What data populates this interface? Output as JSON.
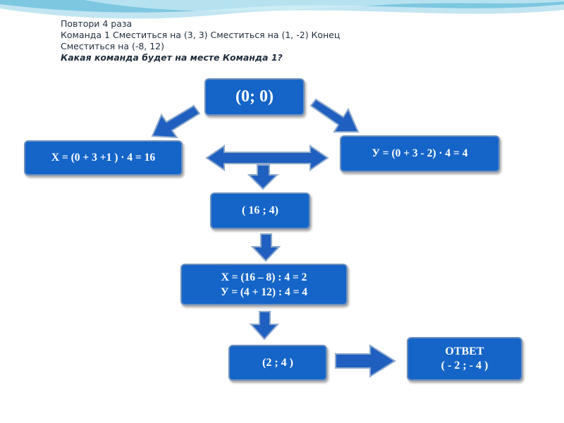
{
  "problem": {
    "line1": "Повтори 4 раза",
    "line2": "Команда 1 Сместиться на (3, 3) Сместиться на (1, -2) Конец",
    "line3": "Сместиться на (-8, 12)",
    "line4": "Какая команда будет на месте  Команда 1?"
  },
  "boxes": {
    "start": "(0; 0)",
    "x_calc": "Х = (0 + 3 +1 ) · 4 = 16",
    "y_calc": "У = (0 + 3 - 2) · 4 = 4",
    "point": "( 16 ; 4)",
    "calc_line1": "Х = (16 – 8)  : 4 = 2",
    "calc_line2": "У = (4  + 12) : 4 =  4",
    "result": "(2 ; 4 )",
    "answer_title": "ОТВЕТ",
    "answer_value": "( - 2 ;  - 4 )"
  },
  "colors": {
    "box_fill": "#1565c8",
    "box_border": "#6e8fbd",
    "arrow_fill": "#1f5fbf",
    "text": "#ffffff",
    "wave": "#7ec8e3"
  },
  "icons": [
    "arrow-down-left-icon",
    "arrow-down-right-icon",
    "double-arrow-icon",
    "arrow-down-icon",
    "arrow-right-icon"
  ]
}
